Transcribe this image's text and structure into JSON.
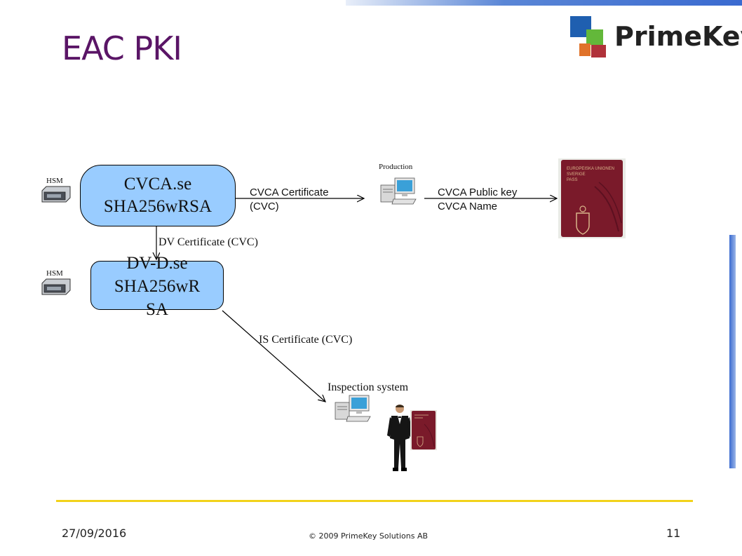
{
  "slide": {
    "title": "EAC PKI",
    "date": "27/09/2016",
    "copyright": "© 2009 PrimeKey Solutions AB",
    "page_number": "11"
  },
  "logo": {
    "text": "PrimeKey",
    "colors": [
      "#1f5fb0",
      "#63b83a",
      "#e0722a",
      "#b0323a"
    ]
  },
  "nodes": {
    "cvca": {
      "line1": "CVCA.se",
      "line2": "SHA256wRSA"
    },
    "dv": {
      "line1": "DV-D.se",
      "line2": "SHA256wR",
      "line3": "SA"
    }
  },
  "hsm_labels": [
    "HSM",
    "HSM"
  ],
  "labels": {
    "production": "Production",
    "cvca_cert_line1": "CVCA Certificate",
    "cvca_cert_line2": "(CVC)",
    "cvca_pubkey": "CVCA Public key",
    "cvca_name": "CVCA Name",
    "dv_cert": "DV Certificate (CVC)",
    "is_cert": "IS Certificate (CVC)",
    "inspection": "Inspection system"
  },
  "passport": {
    "line1": "EUROPEISKA UNIONEN",
    "line2": "SVERIGE",
    "line3": "PASS",
    "color": "#7a1a2a"
  },
  "colors": {
    "title": "#5a1566",
    "node_fill": "#99ccff",
    "footer_line": "#f2d21a",
    "accent_bar": "#3a6ad0"
  }
}
